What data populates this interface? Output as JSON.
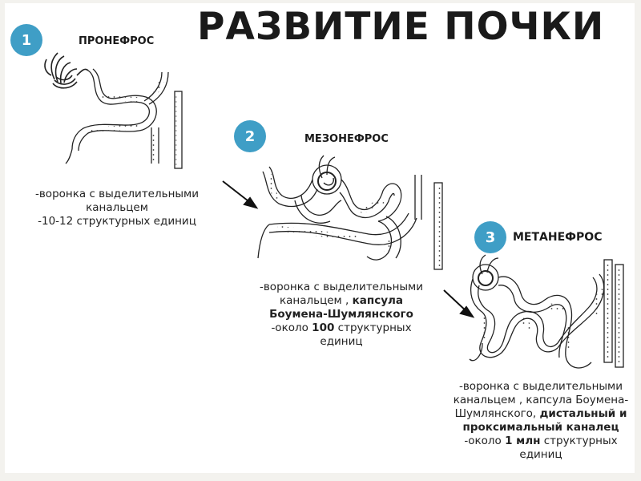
{
  "title": "РАЗВИТИЕ ПОЧКИ",
  "stages": [
    {
      "number": "1",
      "name": "ПРОНЕФРОС",
      "lines": [
        "-воронка с выделительными",
        "канальцем",
        "-10-12 структурных единиц"
      ]
    },
    {
      "number": "2",
      "name": "МЕЗОНЕФРОС",
      "line1": "-воронка с выделительными",
      "line2_plain": "канальцем ,",
      "line2_bold": "капсула",
      "line3_bold": "Боумена-Шумлянского",
      "line4_pre": "-около",
      "line4_bold": "100",
      "line4_post": "структурных",
      "line5": "единиц"
    },
    {
      "number": "3",
      "name": "МЕТАНЕФРОС",
      "line1": "-воронка с выделительными",
      "line2": "канальцем , капсула Боумена-",
      "line3_plain": "Шумлянского,",
      "line3_bold": "дистальный и",
      "line4_bold": "проксимальный каналец",
      "line5_pre": "-около",
      "line5_bold": "1 млн",
      "line5_post": "структурных",
      "line6": "единиц"
    }
  ],
  "colors": {
    "badge": "#3f9ec6",
    "ink": "#1a1a1a",
    "background": "#f3f2ee"
  }
}
